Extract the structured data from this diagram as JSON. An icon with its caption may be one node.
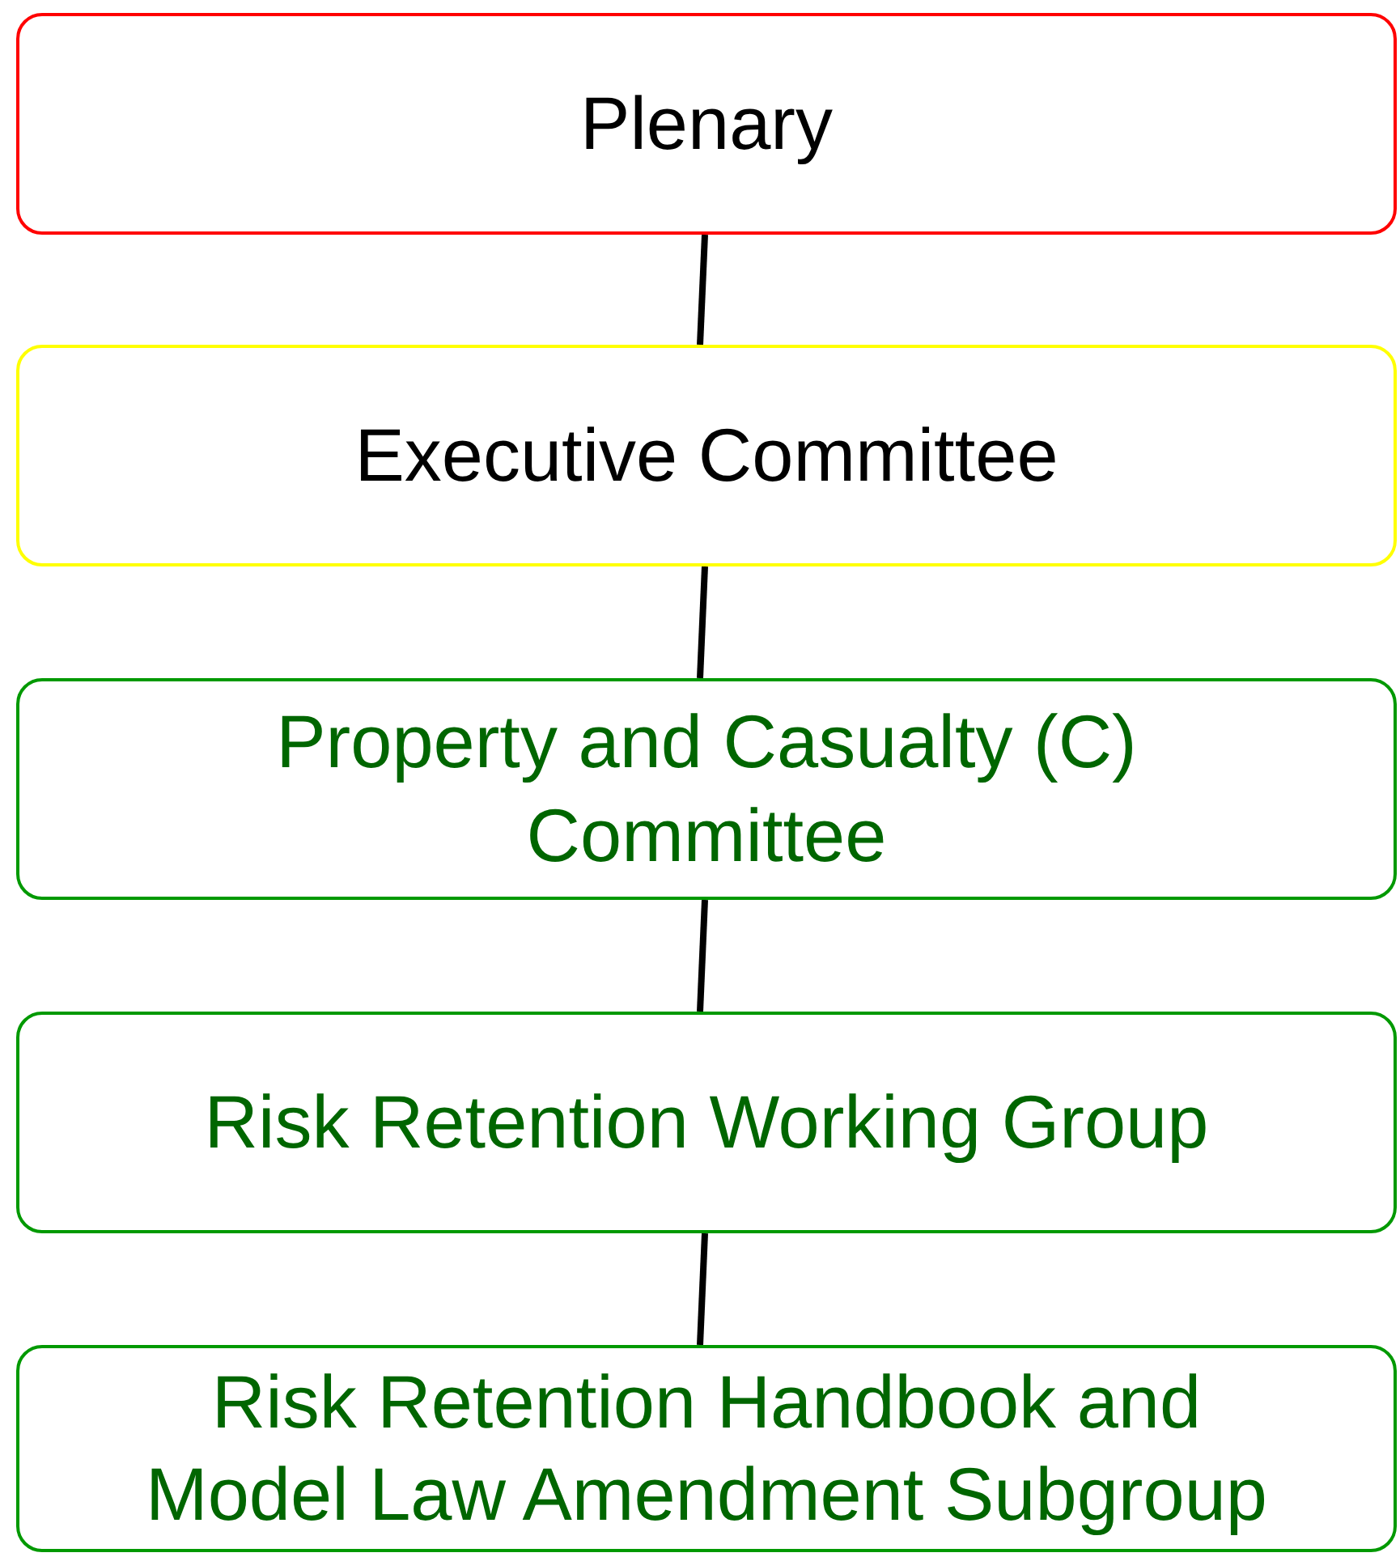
{
  "diagram": {
    "nodes": [
      {
        "text": [
          "Plenary"
        ]
      },
      {
        "text": [
          "Executive Committee"
        ]
      },
      {
        "text": [
          "Property and Casualty (C) Committee"
        ]
      },
      {
        "text": [
          "Risk Retention Working Group"
        ]
      },
      {
        "text": [
          "Risk Retention Handbook and Model Law Amendment Subgroup"
        ]
      }
    ],
    "edges": [
      {
        "from": 0,
        "to": 1,
        "arrow": "none"
      },
      {
        "from": 1,
        "to": 2,
        "arrow": "none"
      },
      {
        "from": 2,
        "to": 3,
        "arrow": "none"
      },
      {
        "from": 3,
        "to": 4,
        "arrow": "none"
      }
    ]
  }
}
